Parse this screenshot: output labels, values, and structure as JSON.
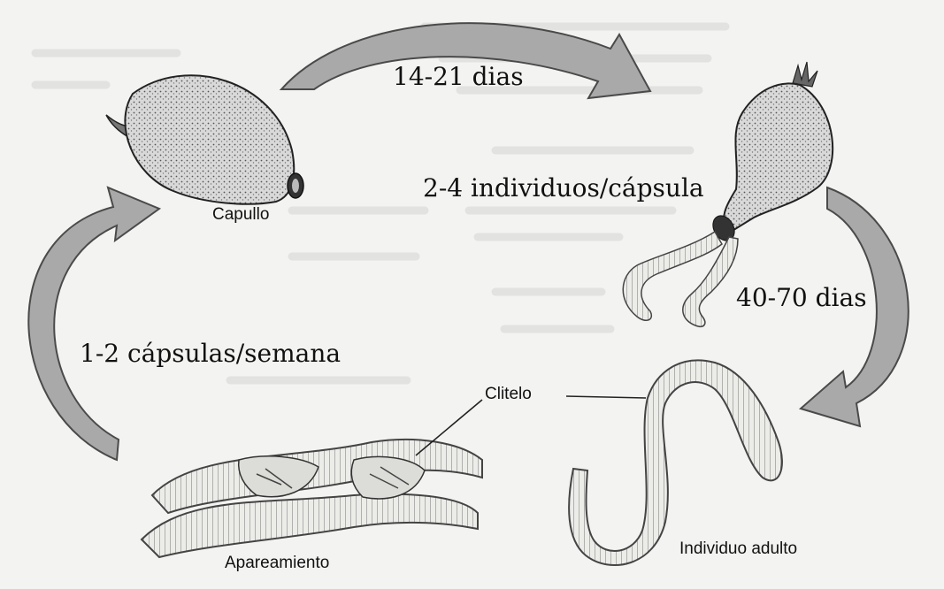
{
  "labels": {
    "time_top": "14-21 dias",
    "per_capsule": "2-4 individuos/cápsula",
    "time_right": "40-70 dias",
    "per_week": "1-2 cápsulas/semana",
    "capullo": "Capullo",
    "clitelo": "Clitelo",
    "apareamiento": "Apareamiento",
    "adulto": "Individuo adulto"
  },
  "colors": {
    "ink": "#111111",
    "arrow_fill": "#a9a9a9",
    "arrow_stroke": "#4a4a4a",
    "cocoon_fill": "#cfcfcf",
    "worm_fill": "#e9e9e6",
    "worm_ring": "#7a7a7a",
    "page_text_ghost": "#dedede"
  },
  "icons": {
    "capsule_closed": "cocoon-icon",
    "capsule_hatching": "hatching-cocoon-icon",
    "mating_worms": "mating-worms-icon",
    "adult_worm": "earthworm-icon"
  }
}
